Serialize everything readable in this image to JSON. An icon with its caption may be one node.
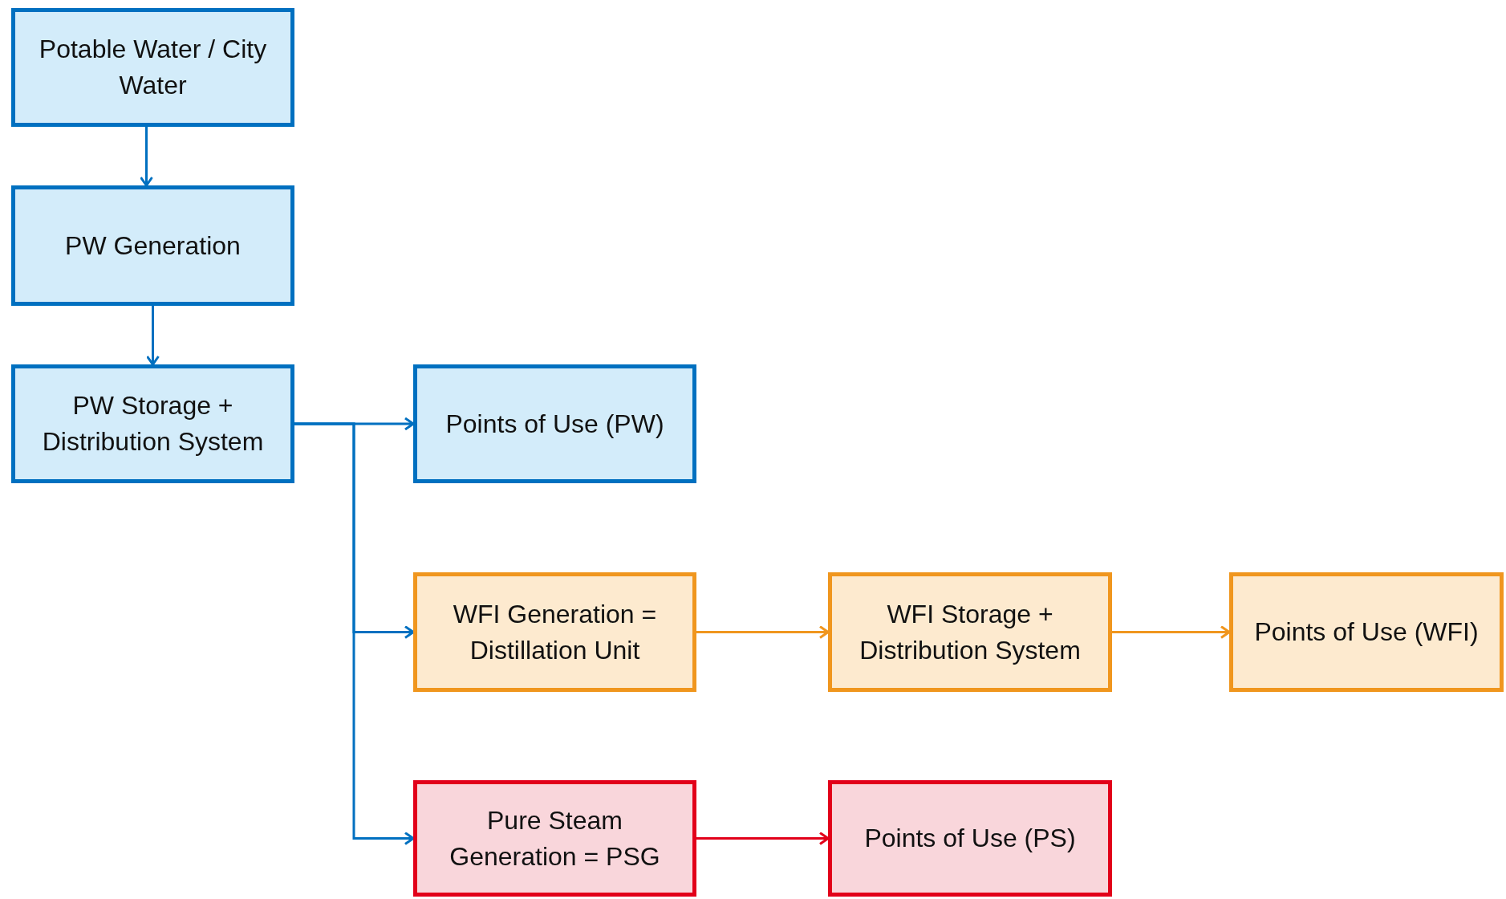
{
  "diagram": {
    "nodes": [
      {
        "text": [
          "Potable Water / City Water"
        ]
      },
      {
        "text": [
          "PW Generation"
        ]
      },
      {
        "text": [
          "PW Storage + Distribution System"
        ]
      },
      {
        "text": [
          "Points of Use (PW)"
        ]
      },
      {
        "text": [
          "WFI Generation = Distillation Unit"
        ]
      },
      {
        "text": [
          "WFI Storage + Distribution System"
        ]
      },
      {
        "text": [
          "Points of Use (WFI)"
        ]
      },
      {
        "text": [
          "Pure Steam Generation = PSG"
        ]
      },
      {
        "text": [
          "Points of Use (PS)"
        ]
      }
    ],
    "edges": [
      {
        "from": 0,
        "to": 1,
        "arrow": "to"
      },
      {
        "from": 1,
        "to": 2,
        "arrow": "to"
      },
      {
        "from": 2,
        "to": 3,
        "arrow": "to"
      },
      {
        "from": 2,
        "to": 4,
        "arrow": "to"
      },
      {
        "from": 2,
        "to": 7,
        "arrow": "to"
      },
      {
        "from": 4,
        "to": 5,
        "arrow": "to",
        "color": "#f0961e"
      },
      {
        "from": 5,
        "to": 6,
        "arrow": "to",
        "color": "#f0961e"
      },
      {
        "from": 7,
        "to": 8,
        "arrow": "to",
        "color": "#e2001a"
      }
    ]
  }
}
